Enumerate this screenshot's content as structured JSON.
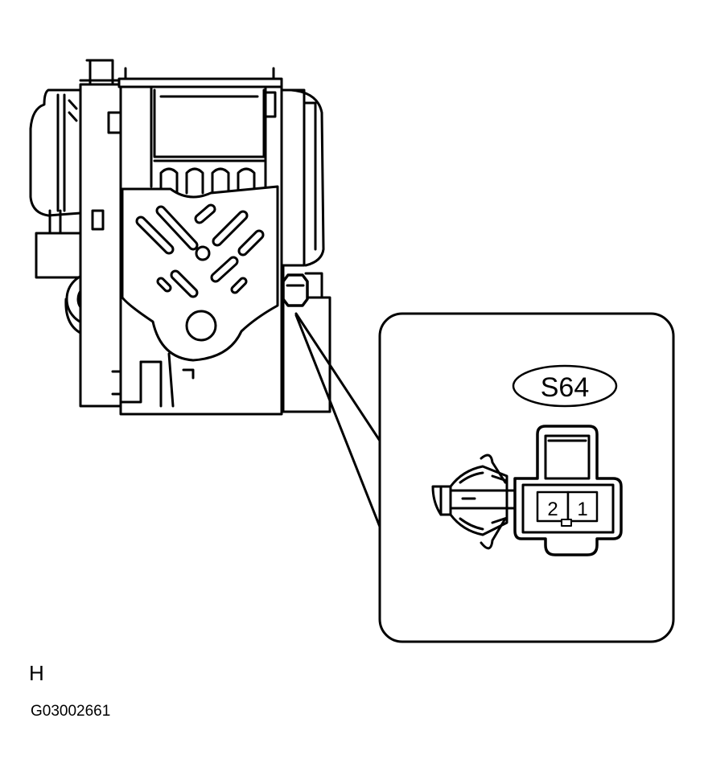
{
  "connector": {
    "code": "S64",
    "pins": [
      "2",
      "1"
    ]
  },
  "view_letter": "H",
  "figure_code": "G03002661"
}
